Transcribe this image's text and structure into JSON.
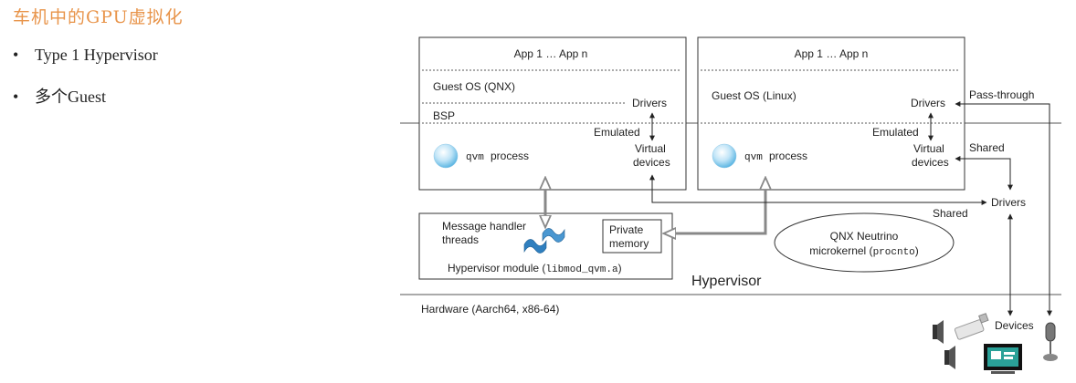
{
  "slide": {
    "title": "车机中的GPU虚拟化",
    "bullets": [
      "Type 1 Hypervisor",
      "多个Guest"
    ]
  },
  "diagram": {
    "guest1": {
      "apps": "App 1 … App n",
      "os": "Guest OS (QNX)",
      "bsp": "BSP",
      "drivers": "Drivers",
      "emulated": "Emulated",
      "virtual_1": "Virtual",
      "virtual_2": "devices",
      "qvm_mono": "qvm",
      "qvm_word": "process"
    },
    "guest2": {
      "apps": "App 1 … App n",
      "os": "Guest OS (Linux)",
      "drivers": "Drivers",
      "emulated": "Emulated",
      "virtual_1": "Virtual",
      "virtual_2": "devices",
      "qvm_mono": "qvm",
      "qvm_word": "process"
    },
    "hypervisor_module": {
      "msg_1": "Message handler",
      "msg_2": "threads",
      "private_1": "Private",
      "private_2": "memory",
      "label_text": "Hypervisor module (",
      "label_mono": "libmod_qvm.a",
      "label_end": ")"
    },
    "neutrino": {
      "line1": "QNX Neutrino",
      "line2_text": "microkernel (",
      "line2_mono": "procnto",
      "line2_end": ")"
    },
    "hypervisor_label": "Hypervisor",
    "hardware_label": "Hardware (Aarch64, x86-64)",
    "host_drivers": "Drivers",
    "shared_upper": "Shared",
    "shared_lower": "Shared",
    "pass_through": "Pass-through",
    "devices": "Devices"
  }
}
